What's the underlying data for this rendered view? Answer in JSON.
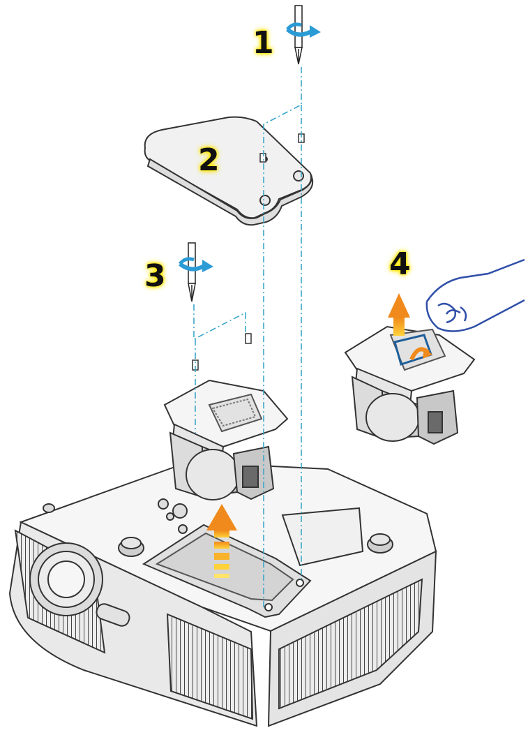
{
  "steps": [
    {
      "number": "1"
    },
    {
      "number": "2"
    },
    {
      "number": "3"
    },
    {
      "number": "4"
    }
  ],
  "colors": {
    "outline": "#333333",
    "guide_line": "#3aa7c9",
    "arrow_orange": "#f08a1c",
    "arrow_yellow": "#ffd23a",
    "rotate_arrow": "#2b9bd6",
    "hand": "#2f4fa8",
    "label_glow": "#ffe600"
  },
  "icons": [
    "screwdriver-icon",
    "rotate-arrow-icon",
    "lift-arrow-icon",
    "hand-icon"
  ]
}
